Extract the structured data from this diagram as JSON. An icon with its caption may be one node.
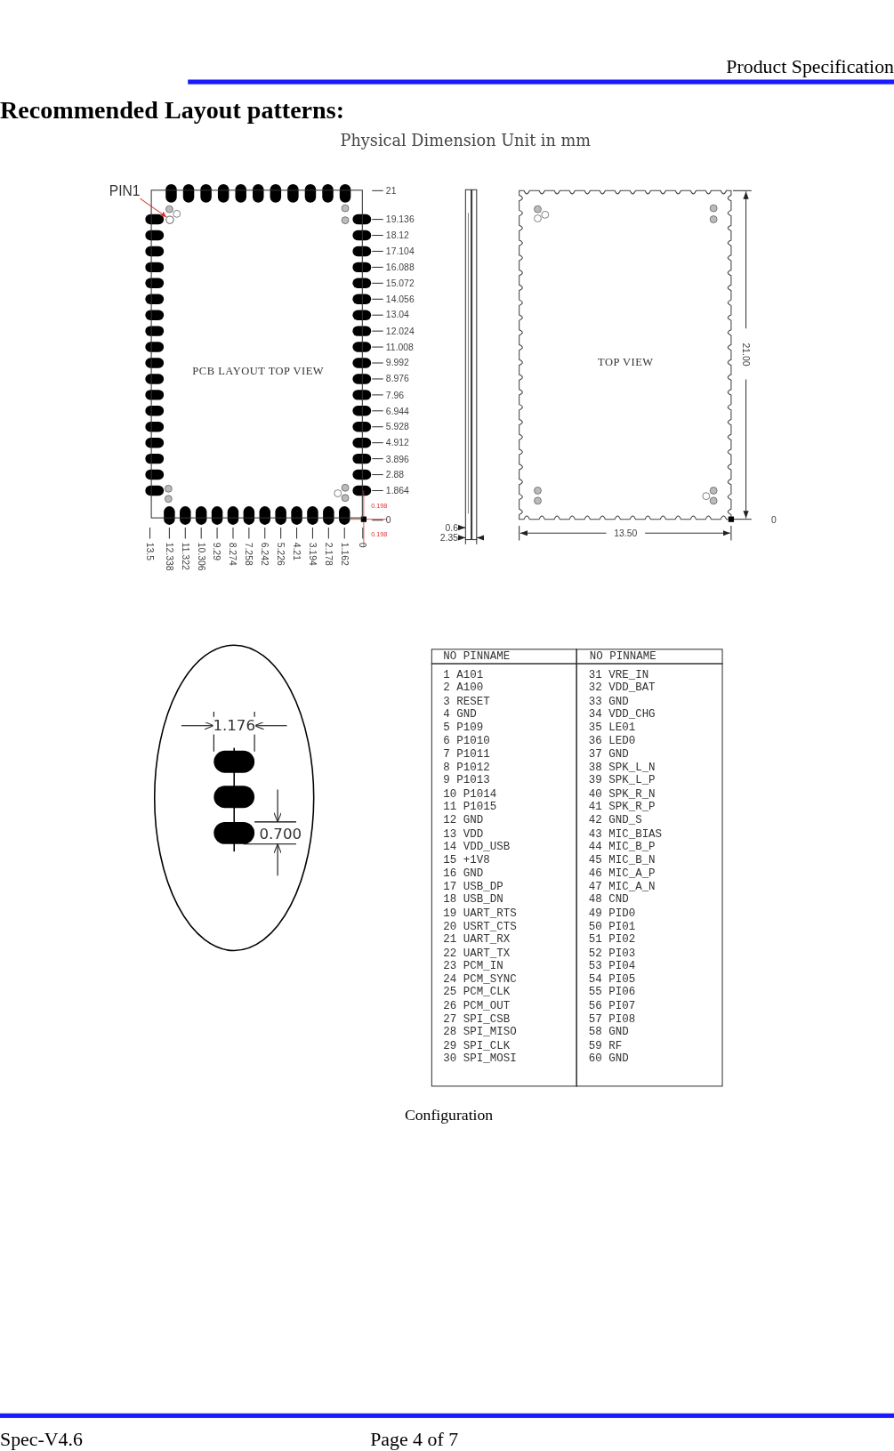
{
  "diagram": {
    "title": "Recommended Layout patterns:",
    "nodes": [
      {
        "text": [
          "PCB LAYOUT TOP VIEW"
        ]
      },
      {
        "text": [
          "PIN1"
        ]
      },
      {
        "text": [],
        "shape": "circle",
        "in": 0
      },
      {
        "text": [
          "TOP VIEW"
        ]
      },
      {
        "text": [
          "1.176",
          "0.700"
        ]
      }
    ],
    "edges": [
      {
        "from": 1,
        "to": 2,
        "arrow": "to",
        "color": "#e03030"
      }
    ],
    "labels": [
      "Product Specification",
      "Physical Dimension Unit in mm",
      "21",
      "19.136",
      "18.12",
      "17.104",
      "16.088",
      "15.072",
      "14.056",
      "13.04",
      "12.024",
      "11.008",
      "9.992",
      "8.976",
      "7.96",
      "6.944",
      "5.928",
      "4.912",
      "3.896",
      "2.88",
      "1.864",
      "0",
      "0.198",
      "0.198",
      "13.5",
      "12.338",
      "11.322",
      "10.306",
      "9.29",
      "8.274",
      "7.258",
      "6.242",
      "5.226",
      "4.21",
      "3.194",
      "2.178",
      "1.162",
      "0",
      "0.6",
      "2.35",
      "21.00",
      "13.50",
      "0",
      "NO PINNAME",
      "NO PINNAME",
      "1 A101",
      "31 VRE_IN",
      "2 A100",
      "32 VDD_BAT",
      "3 RESET",
      "33 GND",
      "4 GND",
      "34 VDD_CHG",
      "5 P109",
      "35 LE01",
      "6 P1010",
      "36 LED0",
      "7 P1011",
      "37 GND",
      "8 P1012",
      "38 SPK_L_N",
      "9 P1013",
      "39 SPK_L_P",
      "10 P1014",
      "40 SPK_R_N",
      "11 P1015",
      "41 SPK_R_P",
      "12 GND",
      "42 GND_S",
      "13 VDD",
      "43 MIC_BIAS",
      "14 VDD_USB",
      "44 MIC_B_P",
      "15 +1V8",
      "45 MIC_B_N",
      "16 GND",
      "46 MIC_A_P",
      "17 USB_DP",
      "47 MIC_A_N",
      "18 USB_DN",
      "48 CND",
      "19 UART_RTS",
      "49 PID0",
      "20 USRT_CTS",
      "50 PI01",
      "21 UART_RX",
      "51 PI02",
      "22 UART_TX",
      "52 PI03",
      "23 PCM_IN",
      "53 PI04",
      "24 PCM_SYNC",
      "54 PI05",
      "25 PCM_CLK",
      "55 PI06",
      "26 PCM_OUT",
      "56 PI07",
      "27 SPI_CSB",
      "57 PI08",
      "28 SPI_MISO",
      "58 GND",
      "29 SPI_CLK",
      "59 RF",
      "30 SPI_MOSI",
      "60 GND",
      "Configuration",
      "Spec-V4.6",
      "Page 4 of 7"
    ]
  }
}
